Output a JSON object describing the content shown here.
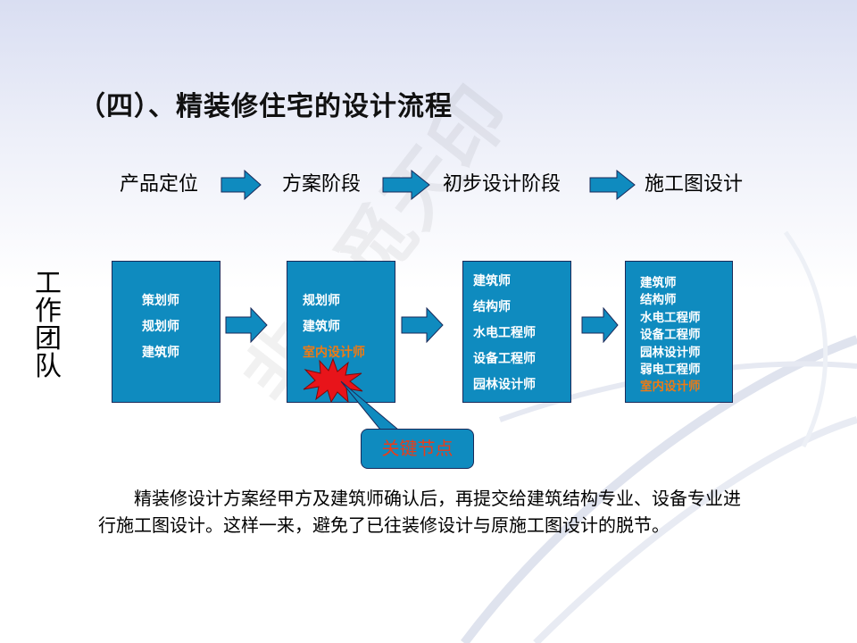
{
  "title": "（四）、精装修住宅的设计流程",
  "stages": [
    "产品定位",
    "方案阶段",
    "初步设计阶段",
    "施工图设计"
  ],
  "team_label": [
    "工",
    "作",
    "团",
    "队"
  ],
  "boxes": [
    {
      "items": [
        {
          "text": "策划师",
          "highlight": false
        },
        {
          "text": "规划师",
          "highlight": false
        },
        {
          "text": "建筑师",
          "highlight": false
        }
      ]
    },
    {
      "items": [
        {
          "text": "规划师",
          "highlight": false
        },
        {
          "text": "建筑师",
          "highlight": false
        },
        {
          "text": "室内设计师",
          "highlight": true
        }
      ]
    },
    {
      "items": [
        {
          "text": "建筑师",
          "highlight": false
        },
        {
          "text": "结构师",
          "highlight": false
        },
        {
          "text": "水电工程师",
          "highlight": false
        },
        {
          "text": "设备工程师",
          "highlight": false
        },
        {
          "text": "园林设计师",
          "highlight": false
        }
      ]
    },
    {
      "items": [
        {
          "text": "建筑师",
          "highlight": false
        },
        {
          "text": "结构师",
          "highlight": false
        },
        {
          "text": "水电工程师",
          "highlight": false
        },
        {
          "text": "设备工程师",
          "highlight": false
        },
        {
          "text": "园林设计师",
          "highlight": false
        },
        {
          "text": "弱电工程师",
          "highlight": false
        },
        {
          "text": "室内设计师",
          "highlight": true
        }
      ]
    }
  ],
  "callout": "关键节点",
  "watermark": "非寻觅天印",
  "description": "　　精装修设计方案经甲方及建筑师确认后，再提交给建筑结构专业、设备专业进行施工图设计。这样一来，避免了已往装修设计与原施工图设计的脱节。",
  "colors": {
    "box_fill": "#0f8bbf",
    "highlight_text": "#f07a12",
    "callout_text": "#e83d1a",
    "burst": "#e8141a"
  }
}
